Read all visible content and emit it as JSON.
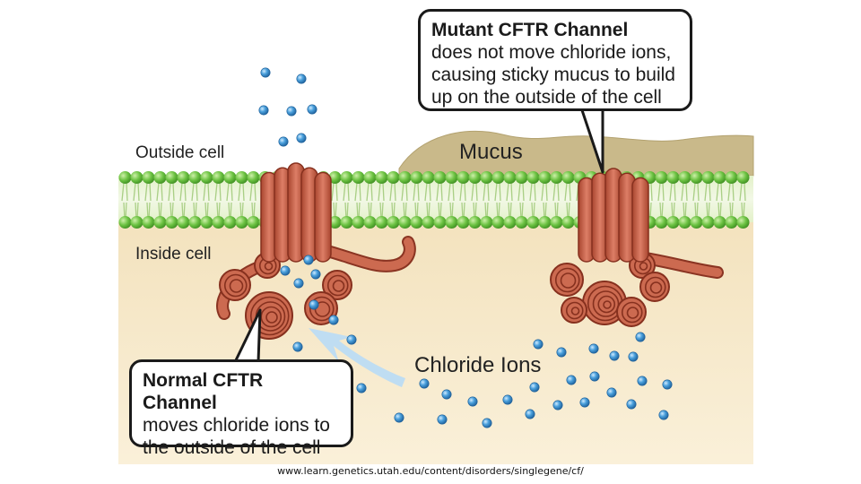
{
  "labels": {
    "outside_cell": "Outside cell",
    "inside_cell": "Inside cell",
    "mucus": "Mucus",
    "chloride_ions": "Chloride Ions"
  },
  "callouts": {
    "mutant": {
      "title": "Mutant CFTR Channel",
      "lines": [
        "does not move chloride ions,",
        "causing sticky mucus to build",
        "up on the outside of the cell"
      ]
    },
    "normal": {
      "title": "Normal CFTR Channel",
      "lines": [
        "moves chloride ions to",
        "the outside of the cell"
      ]
    }
  },
  "credit": "www.learn.genetics.utah.edu/content/disorders/singlegene/cf/",
  "colors": {
    "membrane_green": "#6fc24a",
    "cytoplasm": "#f7e9c8",
    "mucus": "#c9b98a",
    "protein": "#c4604a",
    "ion": "#3a8fd0",
    "arrow": "#bcdcf3"
  }
}
